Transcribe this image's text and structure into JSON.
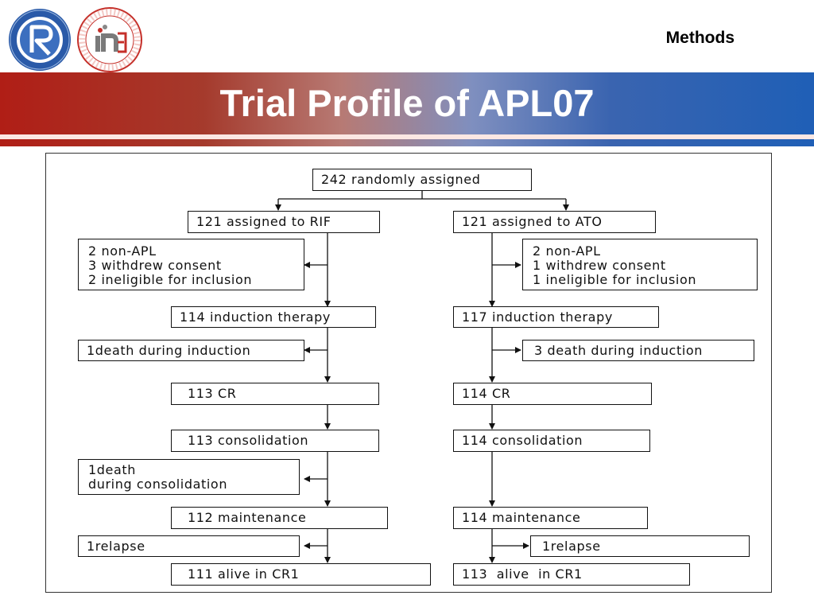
{
  "header": {
    "section": "Methods",
    "title": "Trial Profile of APL07"
  },
  "logos": {
    "left_logo": {
      "name": "university-logo",
      "color": "#2a5aa8"
    },
    "right_logo": {
      "name": "institute-of-hematology-logo",
      "text": "INSTITUTE OF HEMATOLOGY PEKING UNIVERSITY",
      "color": "#c5302a"
    }
  },
  "colors": {
    "banner_left": "#b01e16",
    "banner_right": "#1f5fb6",
    "title_text": "#ffffff"
  },
  "flowchart": {
    "top": "242 randomly assigned",
    "rif": {
      "assigned": "121 assigned to RIF",
      "excluded": [
        "2 non-APL",
        "3 withdrew consent",
        "2 ineligible for inclusion"
      ],
      "induction": "114 induction therapy",
      "induction_death": "1death during induction",
      "cr": "113 CR",
      "consolidation": "113 consolidation",
      "consolidation_death": [
        "1death",
        "during consolidation"
      ],
      "maintenance": "112 maintenance",
      "relapse": "1relapse",
      "alive": "111 alive in CR1"
    },
    "ato": {
      "assigned": "121 assigned to ATO",
      "excluded": [
        "2 non-APL",
        "1 withdrew consent",
        "1 ineligible for inclusion"
      ],
      "induction": "117 induction therapy",
      "induction_death": "3 death during induction",
      "cr": "114 CR",
      "consolidation": "114 consolidation",
      "maintenance": "114 maintenance",
      "relapse": "1relapse",
      "alive": "113  alive  in CR1"
    }
  }
}
